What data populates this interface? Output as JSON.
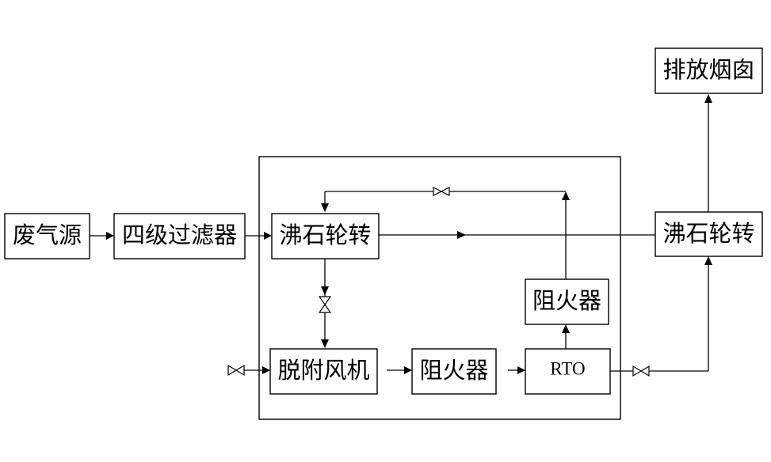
{
  "nodes": {
    "waste_gas_source": "废气源",
    "four_stage_filter": "四级过滤器",
    "zeolite_rotor_inner": "沸石轮转",
    "desorption_fan": "脱附风机",
    "flame_arrester_bottom": "阻火器",
    "flame_arrester_right": "阻火器",
    "rto": "RTO",
    "zeolite_rotor_outer": "沸石轮转",
    "exhaust_stack": "排放烟囱"
  }
}
